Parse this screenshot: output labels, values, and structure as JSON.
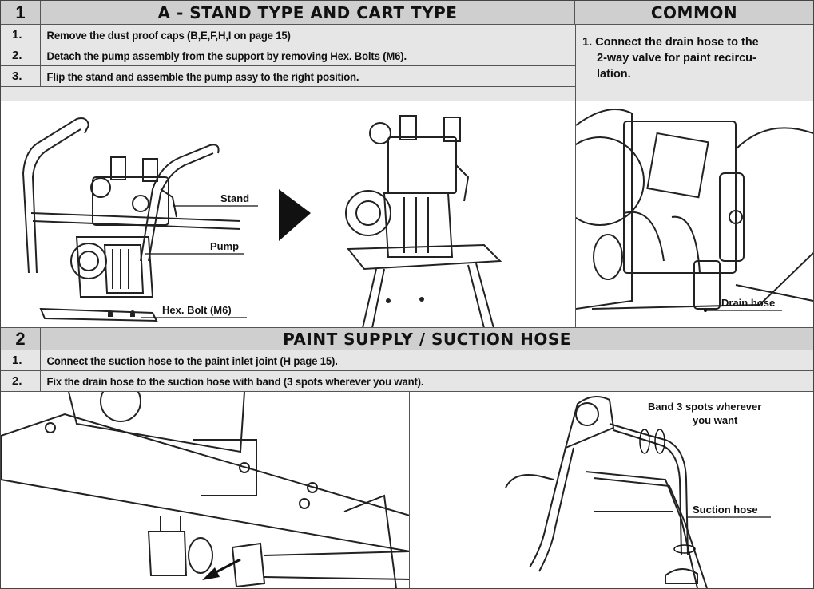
{
  "section1": {
    "number": "1",
    "title": "A - STAND TYPE AND CART TYPE",
    "common_title": "COMMON",
    "steps": [
      {
        "num": "1.",
        "text": "Remove the dust proof caps (B,E,F,H,I on page 15)"
      },
      {
        "num": "2.",
        "text": "Detach the pump assembly from the support by removing Hex. Bolts (M6)."
      },
      {
        "num": "3.",
        "text": "Flip the stand and assemble the pump assy to the right position."
      }
    ],
    "common_lines": [
      "1. Connect the drain hose to the",
      "2-way valve for  paint recircu-",
      "lation."
    ],
    "labels": {
      "stand": "Stand",
      "pump": "Pump",
      "hex_bolt": "Hex. Bolt (M6)",
      "drain_hose": "Drain hose"
    }
  },
  "section2": {
    "number": "2",
    "title": "PAINT SUPPLY / SUCTION HOSE",
    "steps": [
      {
        "num": "1.",
        "text": "Connect the suction hose to the paint inlet joint (H page 15)."
      },
      {
        "num": "2.",
        "text": "Fix the drain hose to the suction hose with band (3 spots wherever you want)."
      }
    ],
    "labels": {
      "band_line1": "Band 3 spots wherever",
      "band_line2": "you want",
      "suction_hose": "Suction hose"
    }
  },
  "colors": {
    "header_bg": "#cfcfcf",
    "subrow_bg": "#e6e6e6",
    "border": "#555555"
  }
}
